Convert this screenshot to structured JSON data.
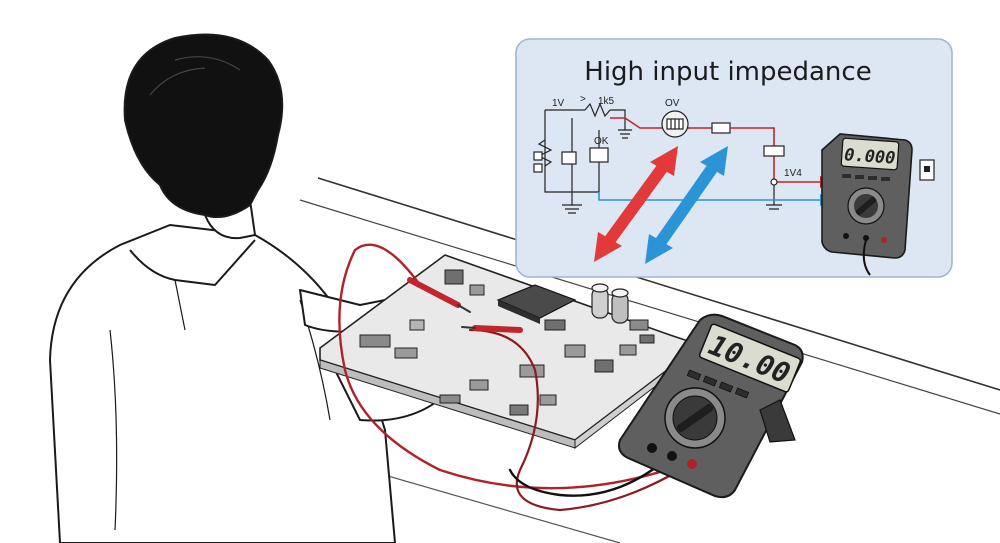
{
  "callout": {
    "title": "High input impedance",
    "labels": {
      "source_v": "1V",
      "arrow_mark": ">",
      "resistor": "1k5",
      "meter_node": "OV",
      "ok": "OK",
      "tap": "1V4"
    },
    "meter_reading": "0.000"
  },
  "main_meter": {
    "reading": "10.00"
  },
  "colors": {
    "callout_bg": "#dde7f3",
    "callout_border": "#9fb6d3",
    "red_arrow": "#e23a3a",
    "blue_arrow": "#2b94d6",
    "wire_red": "#c0262b",
    "meter_body": "#5f5f5f",
    "lcd": "#d9dccf"
  }
}
